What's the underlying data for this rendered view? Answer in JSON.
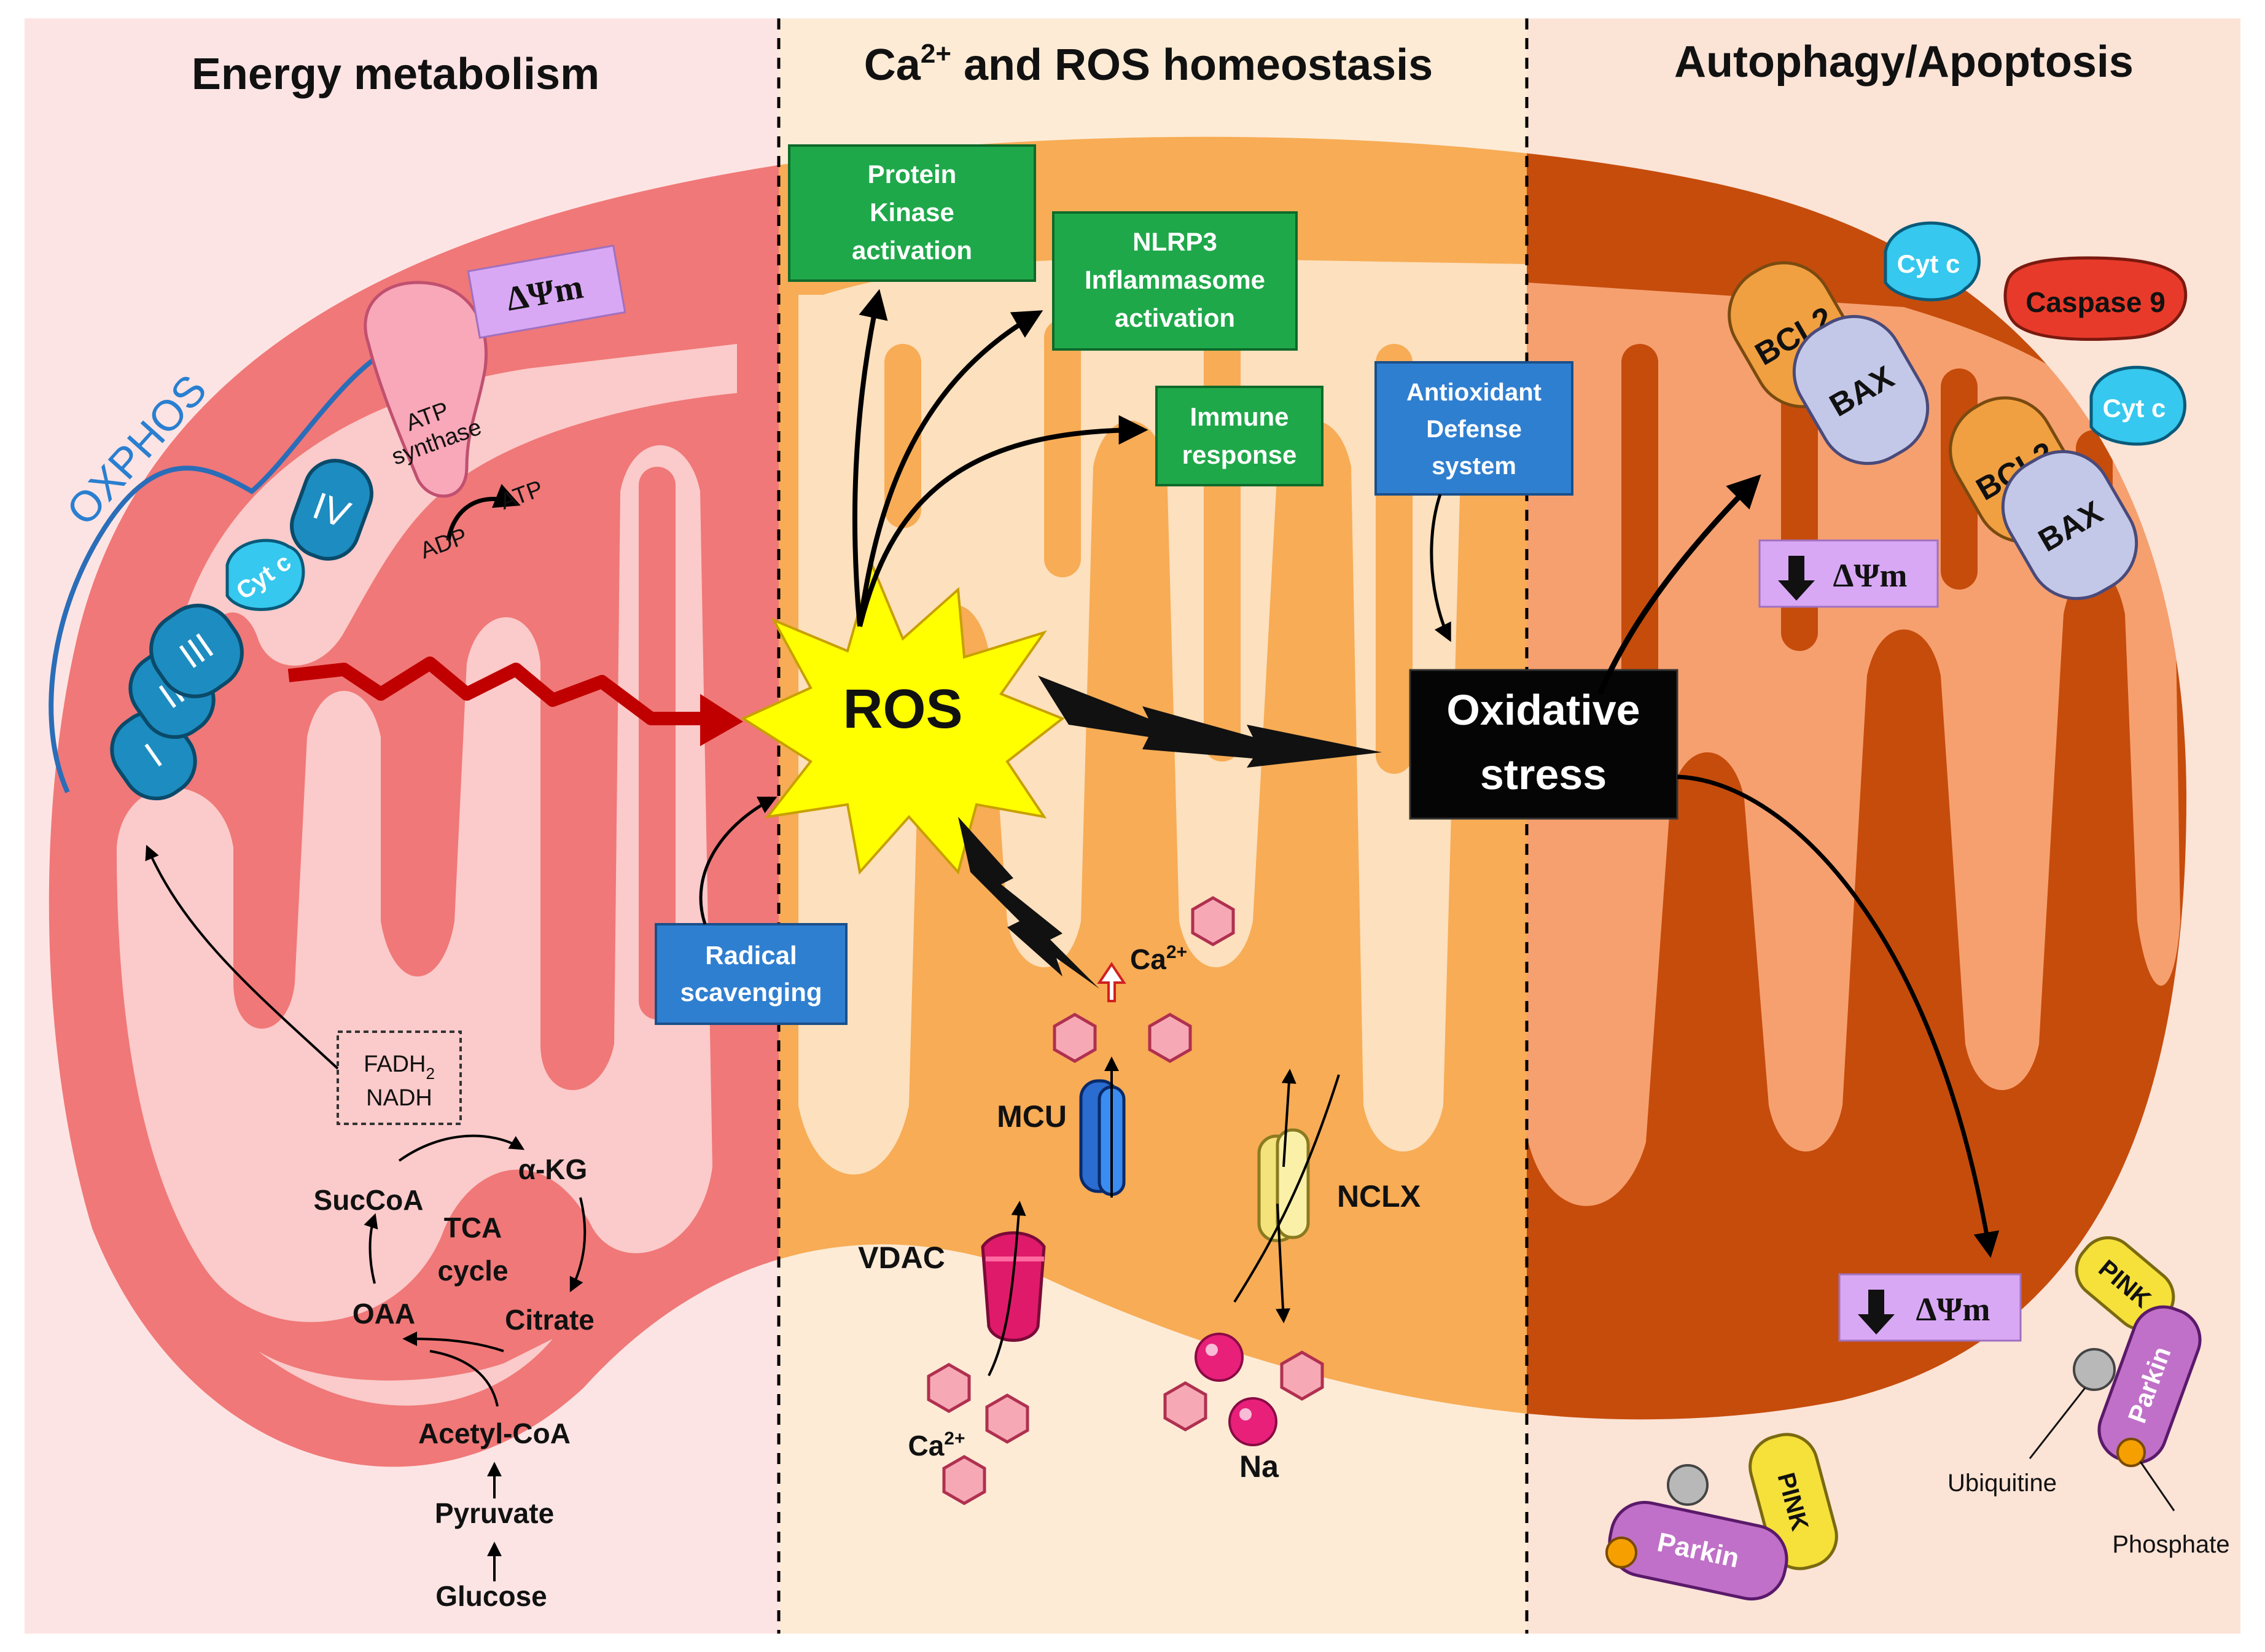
{
  "panels": {
    "left": "Energy metabolism",
    "middle_prefix": "Ca",
    "middle_sup": "2+",
    "middle_suffix": " and ROS homeostasis",
    "right": "Autophagy/Apoptosis"
  },
  "left_panel": {
    "oxphos": "OXPHOS",
    "delta_psi": "ΔΨm",
    "atp_synthase_line1": "ATP",
    "atp_synthase_line2": "synthase",
    "adp": "ADP",
    "atp": "ATP",
    "complex_1": "I",
    "complex_2": "II",
    "complex_3": "III",
    "complex_4": "IV",
    "cyt_c": "Cyt c",
    "fadh2_base": "FADH",
    "fadh2_sub": "2",
    "nadh": "NADH",
    "tca_line1": "TCA",
    "tca_line2": "cycle",
    "succoa": "SucCoA",
    "akg": "α-KG",
    "oaa": "OAA",
    "citrate": "Citrate",
    "acetyl_coa": "Acetyl-CoA",
    "pyruvate": "Pyruvate",
    "glucose": "Glucose",
    "radical_line1": "Radical",
    "radical_line2": "scavenging"
  },
  "middle_panel": {
    "ros": "ROS",
    "protein_kinase": [
      "Protein",
      "Kinase",
      "activation"
    ],
    "nlrp3": [
      "NLRP3",
      "Inflammasome",
      "activation"
    ],
    "immune": [
      "Immune",
      "response"
    ],
    "antioxidant": [
      "Antioxidant",
      "Defense",
      "system"
    ],
    "ca_base": "Ca",
    "ca_sup": "2+",
    "mcu": "MCU",
    "vdac": "VDAC",
    "nclx": "NCLX",
    "na": "Na"
  },
  "right_panel": {
    "oxidative_line1": "Oxidative",
    "oxidative_line2": "stress",
    "bcl2": "BCL2",
    "bax": "BAX",
    "cyt_c": "Cyt c",
    "caspase9": "Caspase 9",
    "delta_psi": "ΔΨm",
    "pink": "PINK",
    "parkin": "Parkin",
    "ubiquitine": "Ubiquitine",
    "phosphate": "Phosphate"
  },
  "colors": {
    "left_bg": "#fde4e4",
    "middle_bg": "#fdebd6",
    "right_bg": "#fbe3d6",
    "mito_left": "#f28080",
    "mito_middle": "#f6ad5a",
    "mito_right": "#c9500e",
    "green_box": "#1fa84a",
    "blue_box": "#2f7fd0",
    "violet_box": "#d9a8f3",
    "ros_star": "#ffff00"
  }
}
